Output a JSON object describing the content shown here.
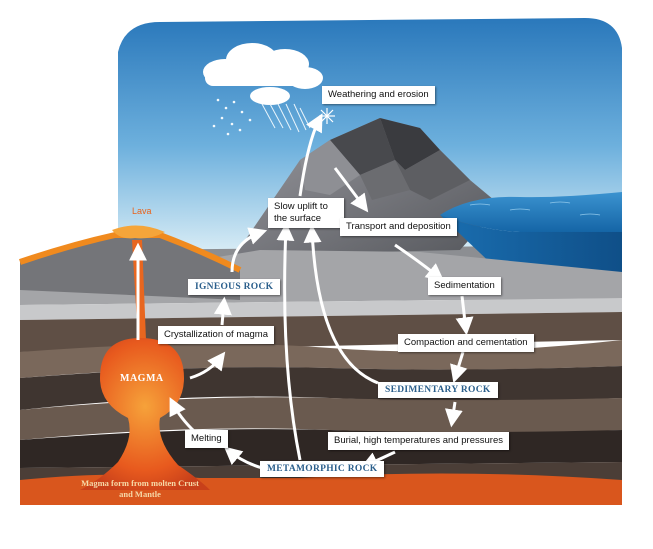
{
  "labels": {
    "weathering": "Weathering and erosion",
    "uplift": "Slow uplift to the surface",
    "transport": "Transport and deposition",
    "sedimentation": "Sedimentation",
    "compaction": "Compaction and cementation",
    "burial": "Burial, high temperatures and pressures",
    "crystallization": "Crystallization of magma",
    "melting": "Melting",
    "lava": "Lava",
    "magma_origin": "Magma form from molten Crust and Mantle"
  },
  "rocks": {
    "igneous": "IGNEOUS ROCK",
    "sedimentary": "SEDIMENTARY ROCK",
    "metamorphic": "METAMORPHIC ROCK",
    "magma": "MAGMA"
  },
  "colors": {
    "sky_top": "#2f7fc0",
    "sky_bottom": "#cfe6f3",
    "ocean": "#1f78b8",
    "lava": "#f08a1e",
    "magma_chamber": "#e4521b",
    "mountain": "#7c7c80",
    "rock_label": "#2b5f8c"
  }
}
